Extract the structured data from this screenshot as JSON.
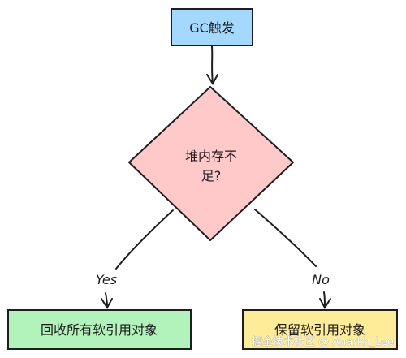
{
  "nodes": {
    "start": {
      "label": "GC触发",
      "fill": "#a5d8ff"
    },
    "decision": {
      "label_line1": "堆内存不",
      "label_line2": "足?",
      "fill": "#ffc9c9"
    },
    "yes_result": {
      "label": "回收所有软引用对象",
      "fill": "#b2f2bb"
    },
    "no_result": {
      "label": "保留软引用对象",
      "fill": "#ffec99"
    }
  },
  "edges": {
    "yes_label": "Yes",
    "no_label": "No"
  },
  "watermark": "掘金技术社区 @ Anarkh_Lee",
  "colors": {
    "stroke": "#1e1e1e"
  }
}
